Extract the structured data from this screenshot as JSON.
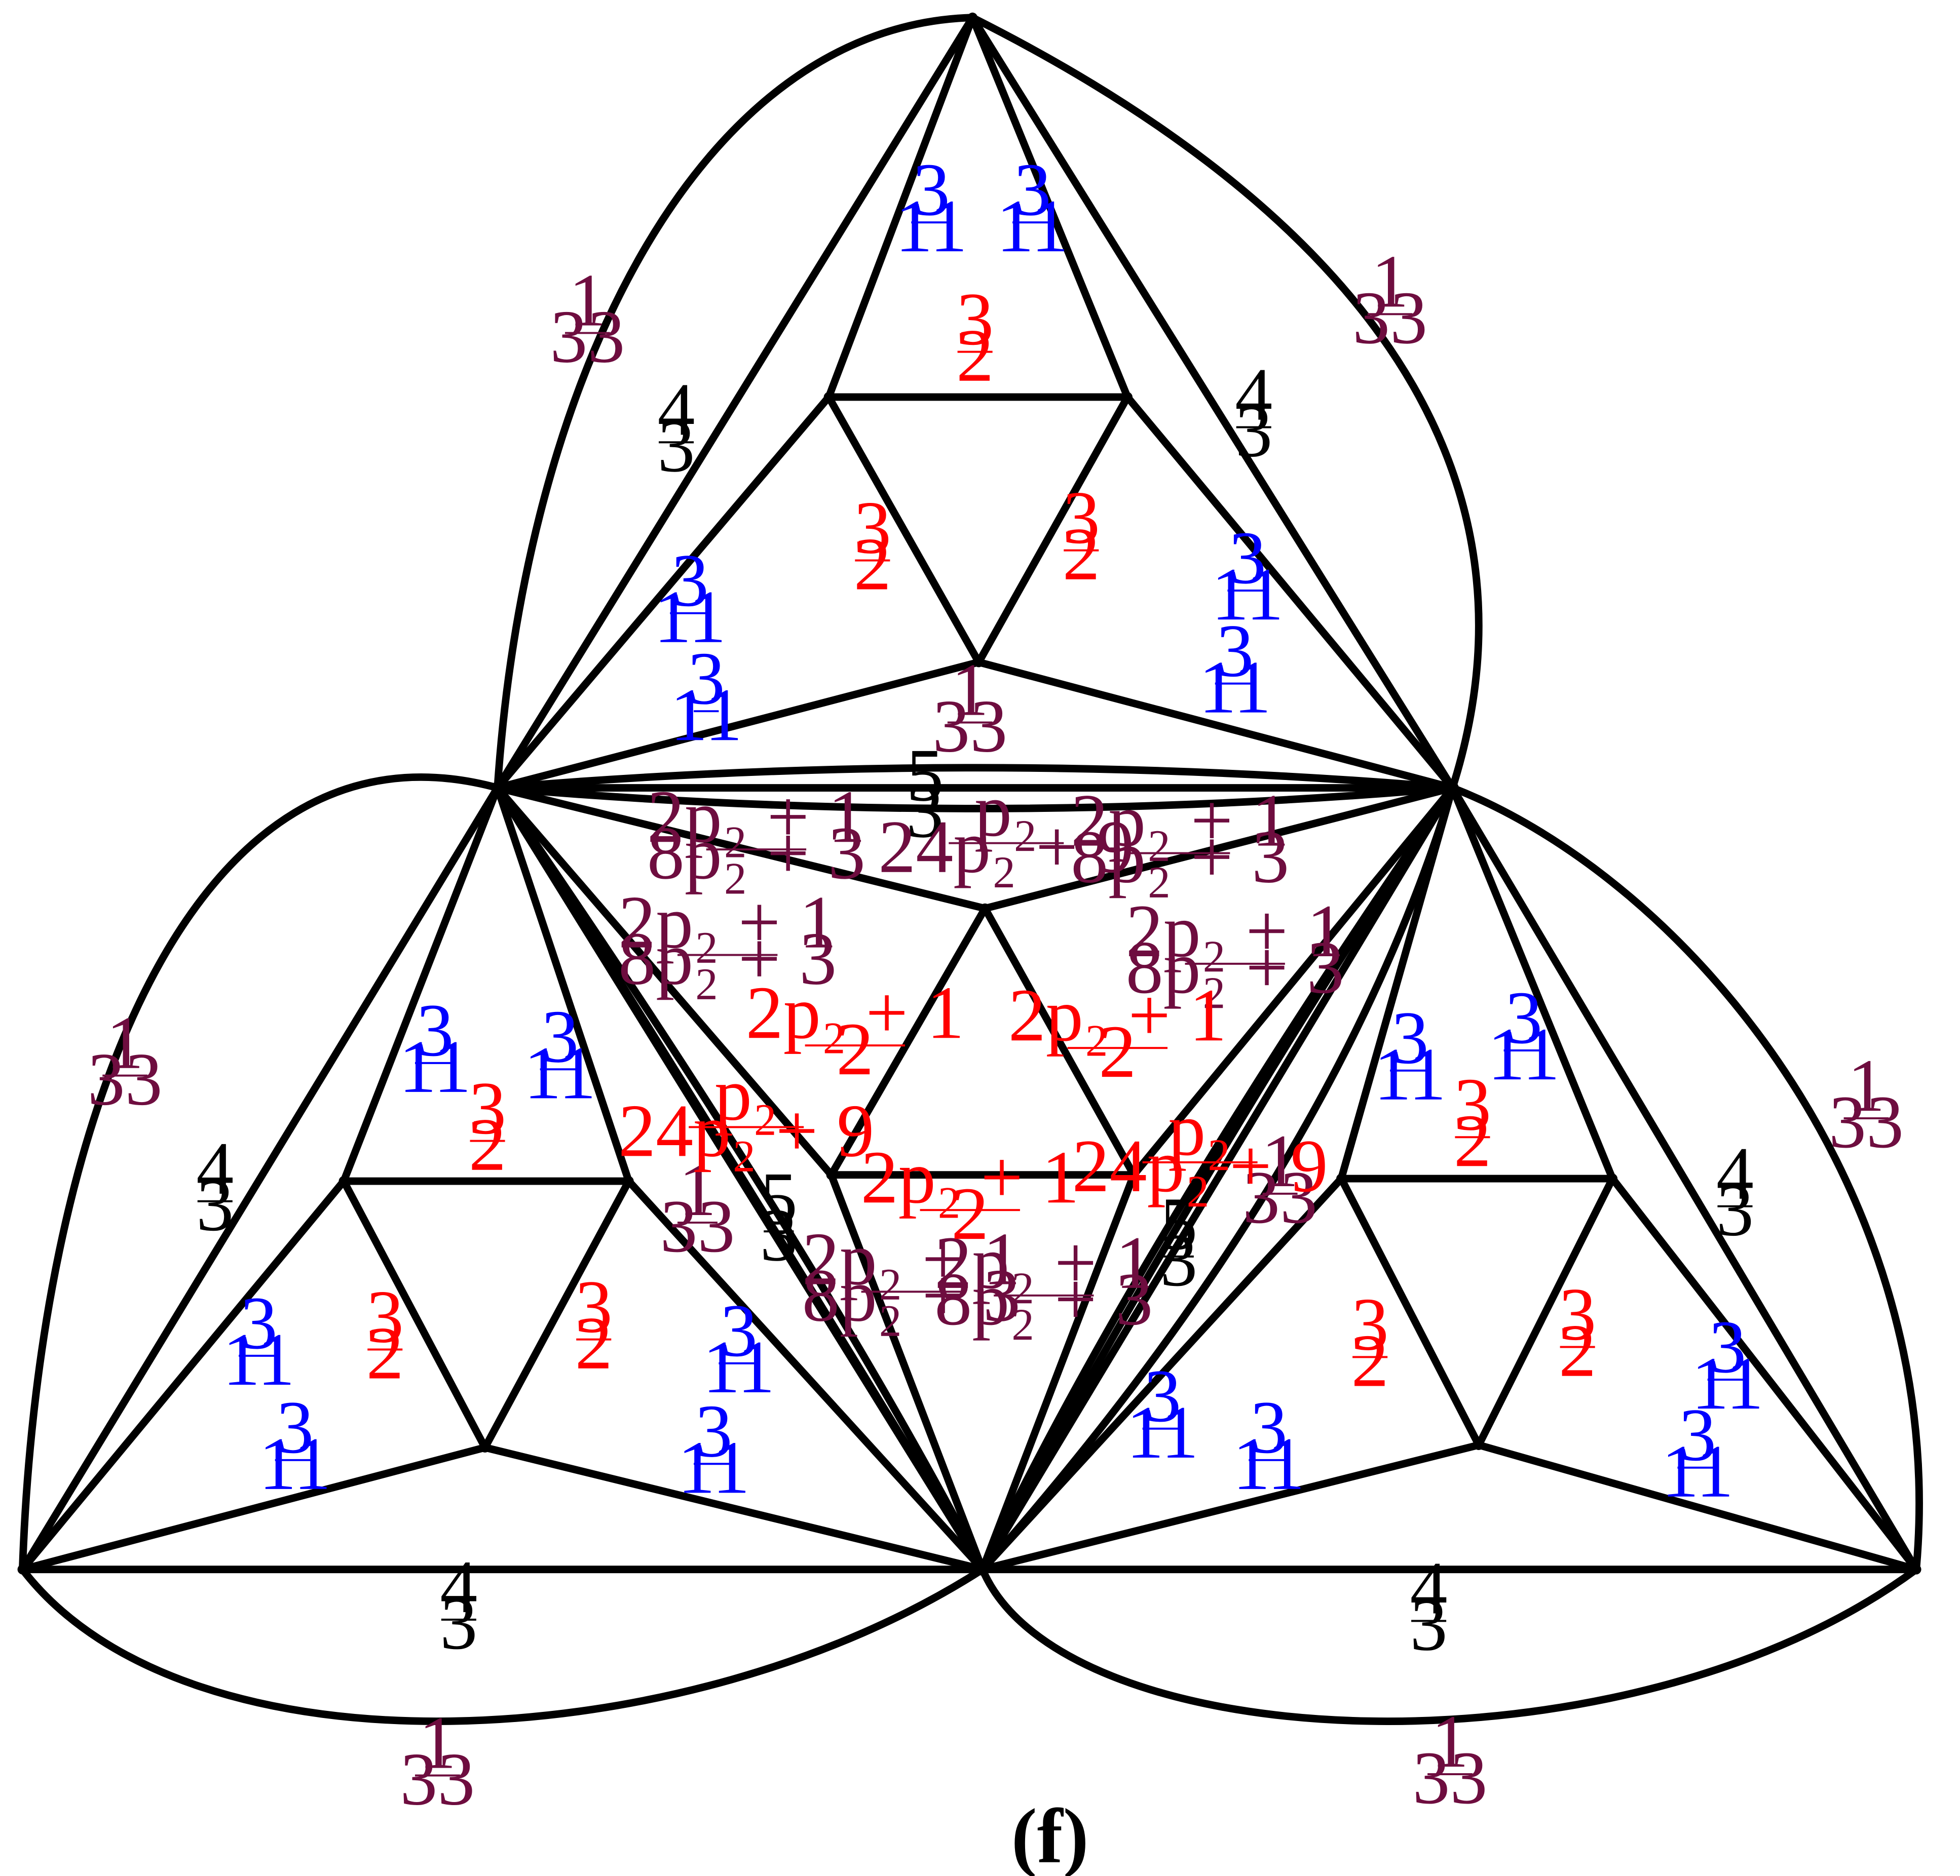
{
  "colors": {
    "black": "#000000",
    "blue": "#0000FF",
    "red": "#FF0000",
    "maroon": "#6E0D3F"
  },
  "caption": "(f)",
  "labels": {
    "one_33": {
      "num": "1",
      "den": "33"
    },
    "three_11": {
      "num": "3",
      "den": "11"
    },
    "three_2": {
      "num": "3",
      "den": "2"
    },
    "four_3": {
      "num": "4",
      "den": "3"
    },
    "five_3": {
      "num": "5",
      "den": "3"
    },
    "p2_24p2_9": {
      "num": "p₂",
      "den": "24p₂ + 9"
    },
    "2p2_1_8p2_3": {
      "num": "2p₂ + 1",
      "den": "8p₂ + 3"
    },
    "2p2_1_2": {
      "num": "2p₂ + 1",
      "den": "2"
    }
  }
}
